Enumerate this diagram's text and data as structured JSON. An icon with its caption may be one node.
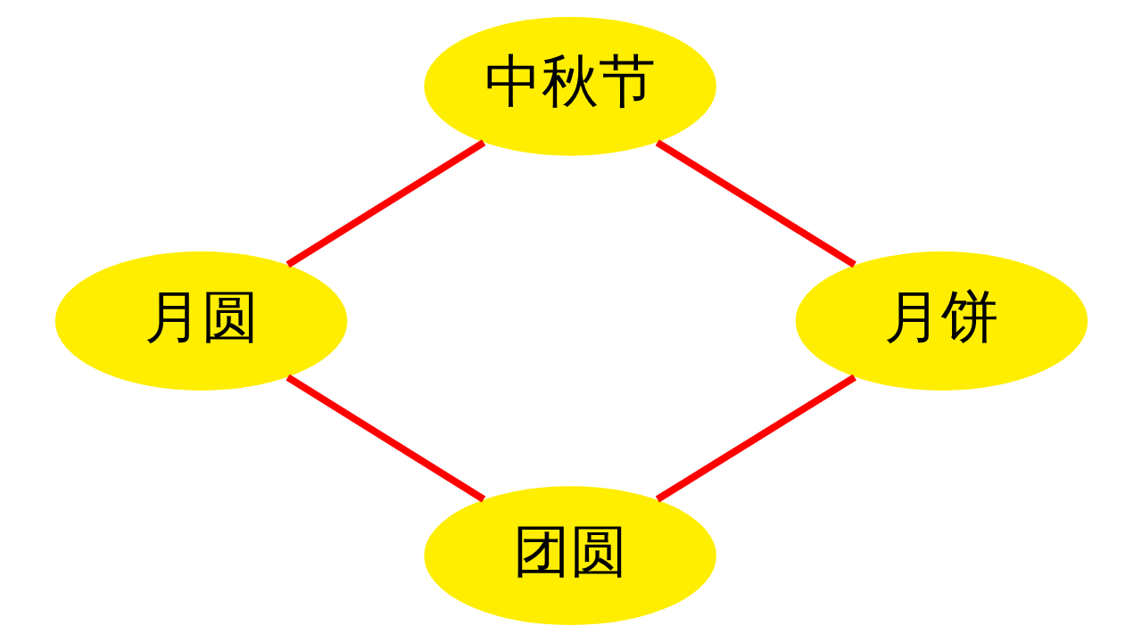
{
  "diagram": {
    "nodes": [
      {
        "text": [
          "中秋节"
        ]
      },
      {
        "text": [
          "月圆"
        ]
      },
      {
        "text": [
          "月饼"
        ]
      },
      {
        "text": [
          "团圆"
        ]
      }
    ],
    "edges": [
      {
        "from": 0,
        "to": 1,
        "arrow": "none"
      },
      {
        "from": 0,
        "to": 2,
        "arrow": "none"
      },
      {
        "from": 1,
        "to": 3,
        "arrow": "none"
      },
      {
        "from": 2,
        "to": 3,
        "arrow": "none"
      }
    ]
  }
}
